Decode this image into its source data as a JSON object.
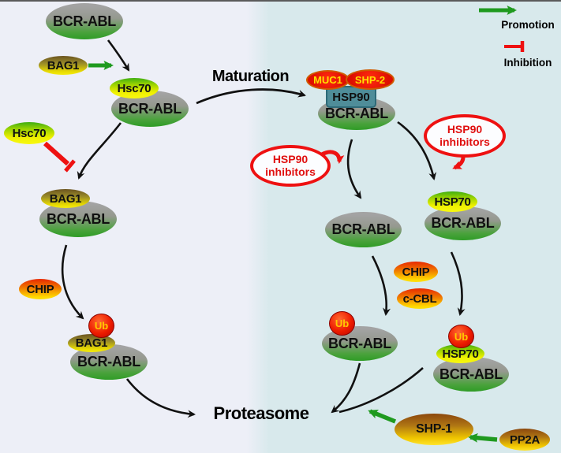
{
  "legend": {
    "promotion_label": "Promotion",
    "inhibition_label": "Inhibition"
  },
  "labels": {
    "maturation": "Maturation",
    "proteasome": "Proteasome"
  },
  "nodes": {
    "bcr_abl_free": {
      "label": "BCR-ABL"
    },
    "bag1_free": {
      "label": "BAG1"
    },
    "hsc70_chaperone": {
      "label": "Hsc70"
    },
    "bcr_abl_hsc70": {
      "label": "BCR-ABL"
    },
    "hsc70_free": {
      "label": "Hsc70"
    },
    "bag1_bound": {
      "label": "BAG1"
    },
    "bcr_abl_bag1": {
      "label": "BCR-ABL"
    },
    "chip_left": {
      "label": "CHIP"
    },
    "ub_left": {
      "label": "Ub"
    },
    "bag1_ub": {
      "label": "BAG1"
    },
    "bcr_abl_ub_left": {
      "label": "BCR-ABL"
    },
    "muc1": {
      "label": "MUC1"
    },
    "shp2": {
      "label": "SHP-2"
    },
    "hsp90": {
      "label": "HSP90"
    },
    "bcr_abl_mature": {
      "label": "BCR-ABL"
    },
    "hsp90_inhibitors_left": {
      "line1": "HSP90",
      "line2": "inhibitors"
    },
    "hsp90_inhibitors_right": {
      "line1": "HSP90",
      "line2": "inhibitors"
    },
    "bcr_abl_released": {
      "label": "BCR-ABL"
    },
    "hsp70_chaperone": {
      "label": "HSP70"
    },
    "bcr_abl_hsp70": {
      "label": "BCR-ABL"
    },
    "chip_right": {
      "label": "CHIP"
    },
    "c_cbl": {
      "label": "c-CBL"
    },
    "ub_mid": {
      "label": "Ub"
    },
    "bcr_abl_ub_mid": {
      "label": "BCR-ABL"
    },
    "ub_right": {
      "label": "Ub"
    },
    "hsp70_ub": {
      "label": "HSP70"
    },
    "bcr_abl_ub_right": {
      "label": "BCR-ABL"
    },
    "shp1": {
      "label": "SHP-1"
    },
    "pp2a": {
      "label": "PP2A"
    }
  },
  "colors": {
    "background_left": "#edeff7",
    "background_right": "#d8e9ec",
    "promotion_green": "#1f9a1f",
    "inhibition_red": "#ee1111",
    "arrow_black": "#111111",
    "bcr_abl_gray": "#9c9c9c",
    "bcr_abl_green": "#2f9c26",
    "chaperone_yellow": "#f4f400",
    "ubiquitin_red": "#dd1000",
    "hsp90_teal": "#4f8d99"
  }
}
